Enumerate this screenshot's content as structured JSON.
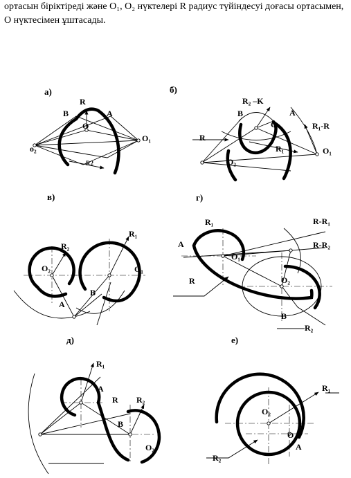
{
  "intro_text": "ортасын біріктіреді және O₁, O₂ нүктелері R радиус түйіндесуі доғасы ортасымен, O нүктесімен ұштасады.",
  "figures": {
    "a": {
      "caption": "а)",
      "labels": {
        "R": "R",
        "B": "B",
        "A": "A",
        "O": "O",
        "O1": "O₁",
        "O2": "o₂",
        "R2": "R2"
      }
    },
    "b": {
      "caption": "б)",
      "labels": {
        "R2K": "R₂ –K",
        "B": "B",
        "A": "A",
        "C": "C",
        "R1R": "R₁-R",
        "R": "R",
        "R1": "R₁",
        "O1": "O₁",
        "O2": "O₂"
      }
    },
    "v": {
      "caption": "в)",
      "labels": {
        "R1": "R₁",
        "R2": "R₂",
        "O2": "O₂",
        "O1": "O₁",
        "A": "A",
        "B": "B"
      }
    },
    "g": {
      "caption": "г)",
      "labels": {
        "R1": "R₁",
        "RR1": "R-R₁",
        "RR2": "R-R₂",
        "A": "A",
        "O1": "O₁",
        "R": "R",
        "O2": "O₂",
        "B": "B",
        "R2": "R₂"
      }
    },
    "d": {
      "caption": "д)",
      "labels": {
        "R1": "R₁",
        "A": "A",
        "R": "R",
        "R2": "R₂",
        "B": "B",
        "O2": "O₂"
      }
    },
    "e": {
      "caption": "е)",
      "labels": {
        "R1": "R₁",
        "O2": "O₂",
        "O": "O",
        "A": "A",
        "R2": "R₂"
      }
    }
  }
}
